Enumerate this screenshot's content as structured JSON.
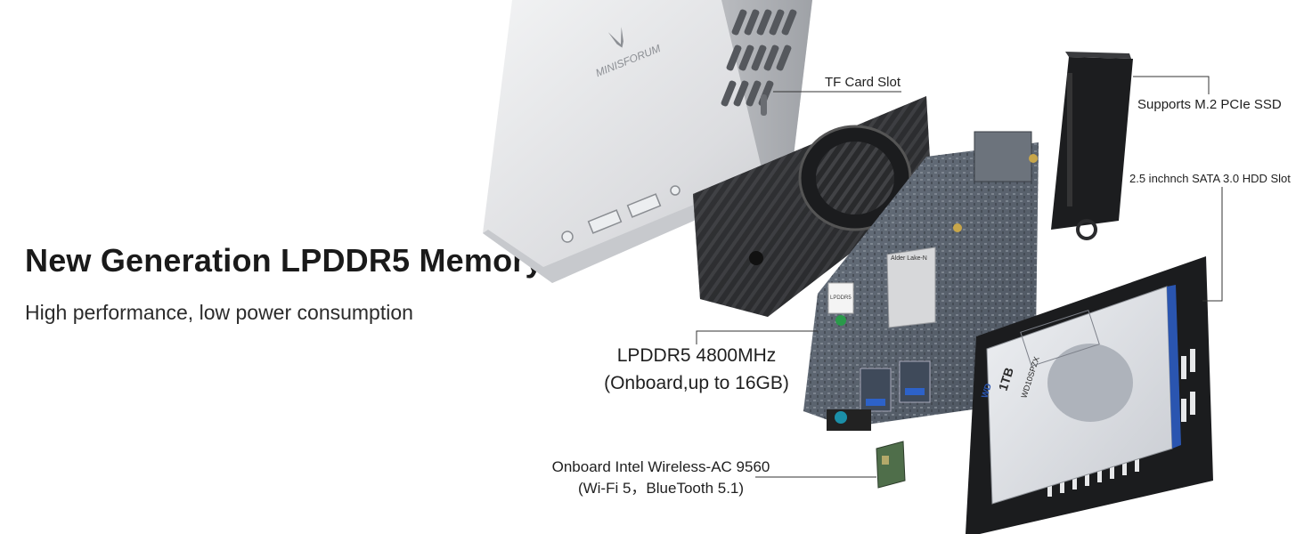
{
  "headline": "New Generation LPDDR5 Memory",
  "subheadline": "High performance, low power consumption",
  "logo_text": "MINISFORUM",
  "callouts": {
    "tf_card": "TF Card Slot",
    "m2_ssd": "Supports M.2 PCIe SSD",
    "sata_hdd": "2.5 inchnch SATA 3.0 HDD Slot",
    "memory_line1": "LPDDR5 4800MHz",
    "memory_line2": "(Onboard,up to 16GB)",
    "wireless_line1": "Onboard Intel Wireless-AC 9560",
    "wireless_line2": "(Wi-Fi 5，BlueTooth 5.1)"
  },
  "board_labels": {
    "cpu": "Alder Lake-N",
    "ram": "LPDDR5",
    "hdd_capacity": "1TB",
    "hdd_model": "WD10SPZX",
    "hdd_brand": "WD"
  },
  "colors": {
    "chassis": "#d8d9db",
    "heatsink": "#2e2f31",
    "board": "#5b6470",
    "hdd_label": "#d9dbe0",
    "hdd_blue": "#2a55b0",
    "callout_line": "#333333"
  }
}
